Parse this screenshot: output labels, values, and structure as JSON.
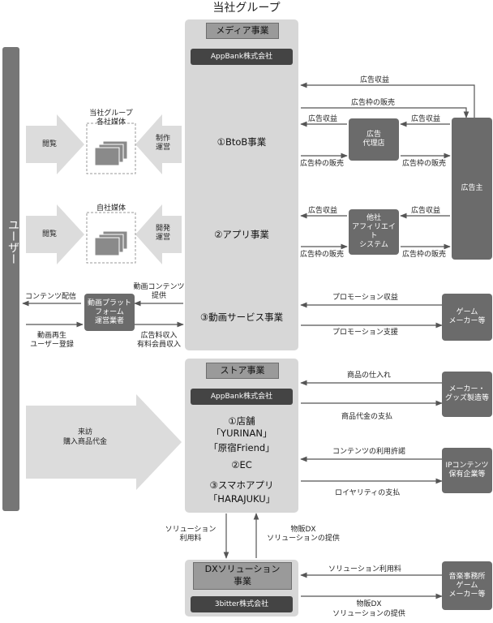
{
  "group_title": "当社グループ",
  "user_label": "ユーザー",
  "media": {
    "header": "メディア事業",
    "company": "AppBank株式会社",
    "btob": "①BtoB事業",
    "app": "②アプリ事業",
    "video": "③動画サービス事業"
  },
  "store": {
    "header": "ストア事業",
    "company": "AppBank株式会社",
    "shop": "①店舗",
    "yurinan": "「YURINAN」",
    "harajuku_friend": "「原宿Friend」",
    "ec": "②EC",
    "app": "③スマホアプリ",
    "harajuku": "「HARAJUKU」"
  },
  "dx": {
    "header_1": "DXソリューション",
    "header_2": "事業",
    "company": "3bitter株式会社"
  },
  "left": {
    "media_group_1": "当社グループ",
    "media_group_2": "各社媒体",
    "browse": "閲覧",
    "produce_1": "制作",
    "produce_2": "運営",
    "own_media": "自社媒体",
    "develop_1": "開発",
    "develop_2": "運営",
    "content_delivery": "コンテンツ配信",
    "video_content_1": "動画コンテンツ",
    "video_content_2": "提供",
    "platform_1": "動画プラットフォーム",
    "platform_2": "運営業者",
    "playback_1": "動画再生",
    "playback_2": "ユーザー登録",
    "ad_fee_1": "広告料収入",
    "ad_fee_2": "有料会員収入",
    "visit_1": "来訪",
    "visit_2": "購入商品代金"
  },
  "right": {
    "ad_revenue": "広告収益",
    "ad_sales": "広告枠の販売",
    "agency_1": "広告",
    "agency_2": "代理店",
    "advertiser": "広告主",
    "affiliate_1": "他社",
    "affiliate_2": "アフィリエイト",
    "affiliate_3": "システム",
    "promo_revenue": "プロモーション収益",
    "promo_support": "プロモーション支援",
    "game_maker_1": "ゲーム",
    "game_maker_2": "メーカー等",
    "purchase": "商品の仕入れ",
    "payment": "商品代金の支払",
    "maker_1": "メーカー・",
    "maker_2": "グッズ製造等",
    "license": "コンテンツの利用許諾",
    "royalty": "ロイヤリティの支払",
    "ip_1": "IPコンテンツ",
    "ip_2": "保有企業等",
    "solution_fee": "ソリューション利用料",
    "music_1": "音楽事務所",
    "music_2": "ゲーム",
    "music_3": "メーカー等",
    "dx_provide_1": "物販DX",
    "dx_provide_2": "ソリューションの提供"
  },
  "bottom": {
    "solution_fee_1": "ソリューション",
    "solution_fee_2": "利用料",
    "dx_provide_1": "物販DX",
    "dx_provide_2": "ソリューションの提供"
  }
}
